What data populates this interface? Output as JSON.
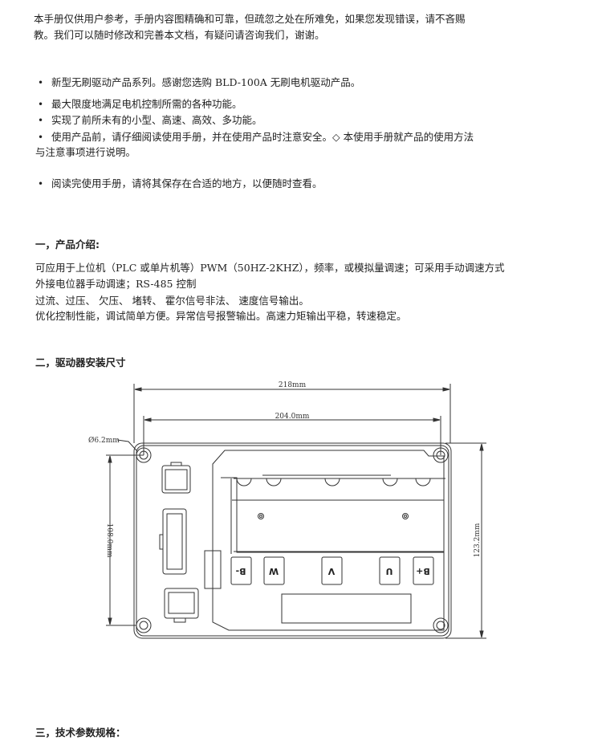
{
  "intro": {
    "lines": [
      "本手册仅供用户参考，手册内容图精确和可靠，但疏忽之处在所难免，如果您发现错误，请不吝赐",
      "教。我们可以随时修改和完善本文档，有疑问请咨询我们，谢谢。"
    ]
  },
  "bullets": [
    "新型无刷驱动产品系列。感谢您选购 BLD-100A 无刷电机驱动产品。",
    "最大限度地满足电机控制所需的各种功能。",
    "实现了前所未有的小型、高速、高效、多功能。",
    "使用产品前，请仔细阅读使用手册，并在使用产品时注意安全。◇ 本使用手册就产品的使用方法",
    "阅读完使用手册，请将其保存在合适的地方，以便随时查看。"
  ],
  "bullet_continuation": "与注意事项进行说明。",
  "section1": {
    "heading": "一，产品介绍:",
    "lines": [
      "可应用于上位机（PLC 或单片机等）PWM（50HZ-2KHZ），频率，或模拟量调速；可采用手动调速方式",
      "外接电位器手动调速；RS-485 控制",
      "过流、过压、 欠压、 堵转、 霍尔信号非法、   速度信号输出。",
      "优化控制性能，调试简单方便。异常信号报警输出。高速力矩输出平稳，转速稳定。"
    ]
  },
  "section2": {
    "heading": "二，驱动器安装尺寸",
    "drawing": {
      "width_overall": "218mm",
      "width_holes": "204.0mm",
      "hole_dia": "Ø6.2mm",
      "height_holes": "108.0mm",
      "height_overall": "123.2mm",
      "terminals": [
        "B-",
        "W",
        "V",
        "U",
        "B+"
      ]
    }
  },
  "section3": {
    "heading": "三，技术参数规格："
  }
}
